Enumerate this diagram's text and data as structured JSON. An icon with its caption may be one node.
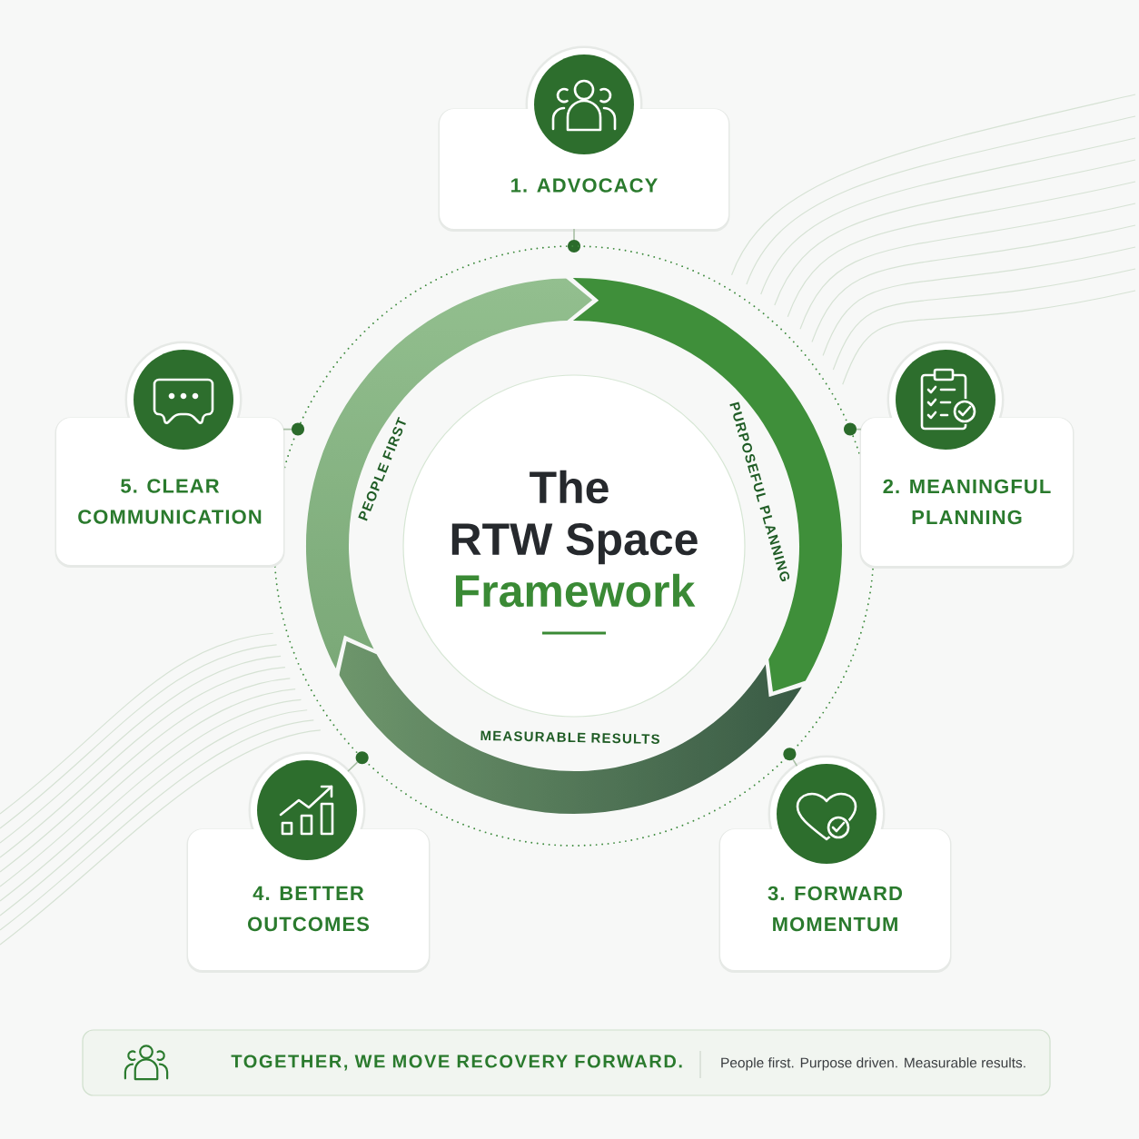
{
  "diagram": {
    "nodes": [
      {
        "text": [
          "1. ADVOCACY"
        ]
      },
      {
        "text": [],
        "shape": "circle"
      },
      {
        "text": [],
        "shape": "circle"
      },
      {
        "text": [
          "PEOPLE FIRST"
        ],
        "in": 2
      },
      {
        "text": [
          "PURPOSEFUL PLANNING"
        ],
        "in": 2
      },
      {
        "text": [
          "The RTW Space",
          "Framework"
        ],
        "in": 2
      },
      {
        "text": [
          "MEASURABLE RESULTS"
        ],
        "in": 2
      },
      {
        "text": [
          "5. CLEAR COMMUNICATION"
        ]
      },
      {
        "text": [],
        "shape": "circle"
      },
      {
        "text": [],
        "shape": "circle"
      },
      {
        "text": [
          "2. MEANINGFUL PLANNING"
        ]
      },
      {
        "text": [],
        "shape": "circle"
      },
      {
        "text": [],
        "shape": "circle"
      },
      {
        "text": [
          "4. BETTER OUTCOMES"
        ]
      },
      {
        "text": [
          "3. FORWARD MOMENTUM"
        ]
      },
      {
        "text": [
          "TOGETHER, WE MOVE RECOVERY FORWARD.",
          "People first. Purpose driven. Measurable results."
        ]
      }
    ],
    "edges": [
      {
        "from": 0,
        "to": 1,
        "arrow": "none"
      },
      {
        "from": 10,
        "to": 9,
        "arrow": "none"
      },
      {
        "from": 14,
        "to": 12,
        "arrow": "none"
      },
      {
        "from": 13,
        "to": 11,
        "arrow": "none"
      },
      {
        "from": 7,
        "to": 8,
        "arrow": "none"
      }
    ]
  }
}
